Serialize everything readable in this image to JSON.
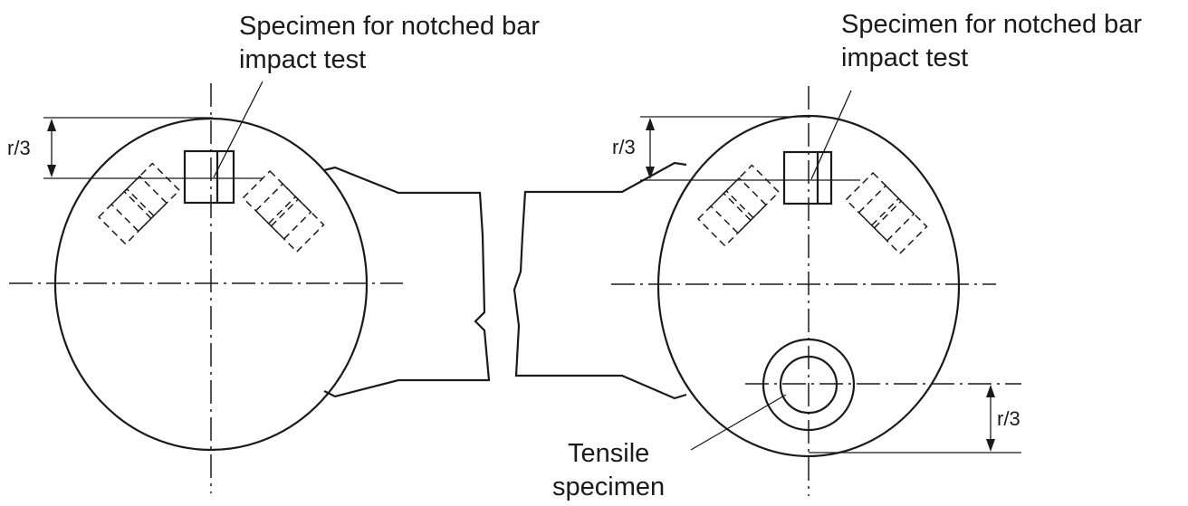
{
  "labels": {
    "left_specimen_impact": [
      "Specimen for notched bar",
      "impact test"
    ],
    "right_specimen_impact": [
      "Specimen for notched bar",
      "impact test"
    ],
    "tensile_specimen": [
      "Tensile",
      "specimen"
    ],
    "dim_left": "r/3",
    "dim_right_top": "r/3",
    "dim_right_bottom": "r/3"
  },
  "colors": {
    "line": "#1a1a1a",
    "background": "#ffffff"
  }
}
